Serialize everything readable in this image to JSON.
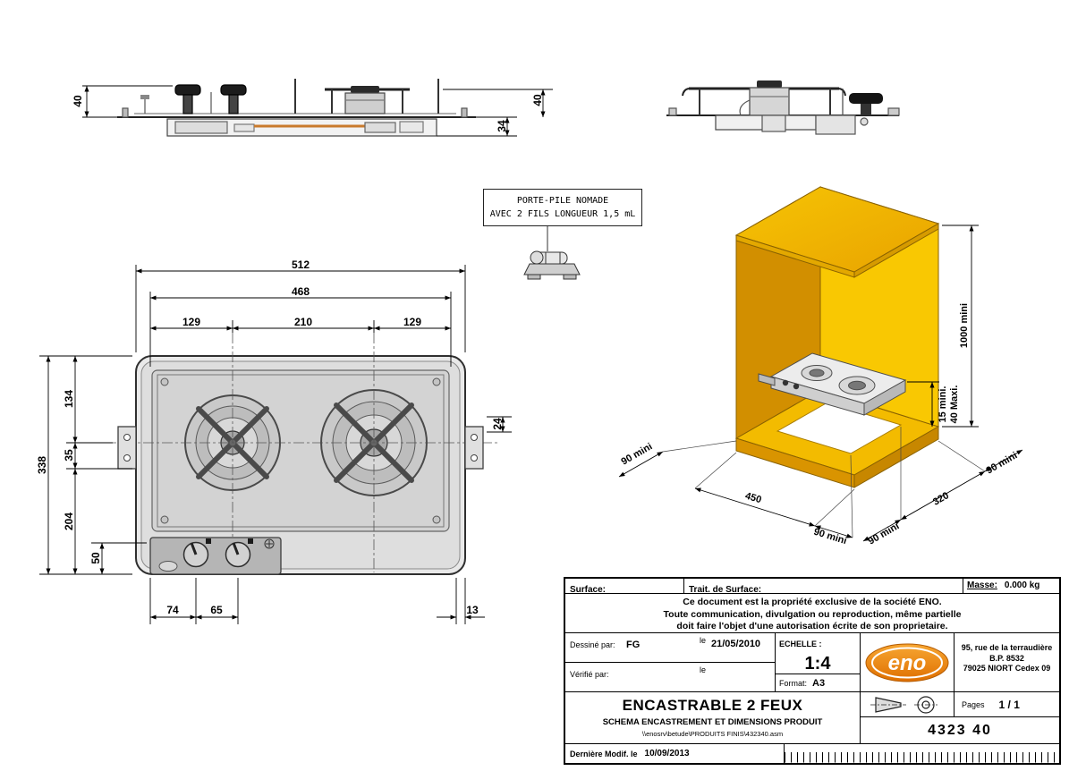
{
  "note": {
    "line1": "PORTE-PILE NOMADE",
    "line2": "AVEC 2 FILS LONGUEUR 1,5 mL"
  },
  "dims": {
    "side40_left": "40",
    "side34": "34",
    "side40_right": "40",
    "plan512": "512",
    "plan468": "468",
    "plan129a": "129",
    "plan210": "210",
    "plan129b": "129",
    "plan134": "134",
    "plan35": "35",
    "plan338": "338",
    "plan204": "204",
    "plan50": "50",
    "plan24": "24",
    "plan74": "74",
    "plan65": "65",
    "plan13": "13",
    "iso1000": "1000 mini",
    "iso15": "15 mini.",
    "iso40": "40 Maxi.",
    "iso90_left": "90 mini",
    "iso450": "450",
    "iso90_bottom_left": "90 mini",
    "iso90_bottom_right": "90 mini",
    "iso320": "320",
    "iso90_right": "90 mini"
  },
  "colors": {
    "cabinet_top": "#f2b705",
    "cabinet_back": "#f9c802",
    "cabinet_left_inner": "#d28f00",
    "logo_orange": "#e87f1e"
  },
  "titleblock": {
    "surface_label": "Surface:",
    "trait_label": "Trait. de Surface:",
    "masse_label": "Masse:",
    "masse_value": "0.000 kg",
    "copyright_l1": "Ce document est la propriété exclusive de la société ENO.",
    "copyright_l2": "Toute communication, divulgation ou reproduction, même partielle",
    "copyright_l3": "doit faire l'objet d'une autorisation écrite de son proprietaire.",
    "dessine_label": "Dessiné par:",
    "dessine_value": "FG",
    "le1": "le",
    "date1": "21/05/2010",
    "verifie_label": "Vérifié par:",
    "le2": "le",
    "echelle_label": "ECHELLE :",
    "echelle_value": "1:4",
    "format_label": "Format:",
    "format_value": "A3",
    "brand": "eno",
    "address_l1": "95, rue de la terraudière",
    "address_l2": "B.P. 8532",
    "address_l3": "79025 NIORT Cedex 09",
    "title": "ENCASTRABLE 2 FEUX",
    "subtitle": "SCHEMA ENCASTREMENT ET DIMENSIONS PRODUIT",
    "filepath": "\\\\enosrv\\betude\\PRODUITS FINIS\\432340.asm",
    "pages_label": "Pages",
    "pages_value": "1 / 1",
    "ref": "4323 40",
    "modif_label": "Dernière Modif. le",
    "modif_date": "10/09/2013"
  }
}
